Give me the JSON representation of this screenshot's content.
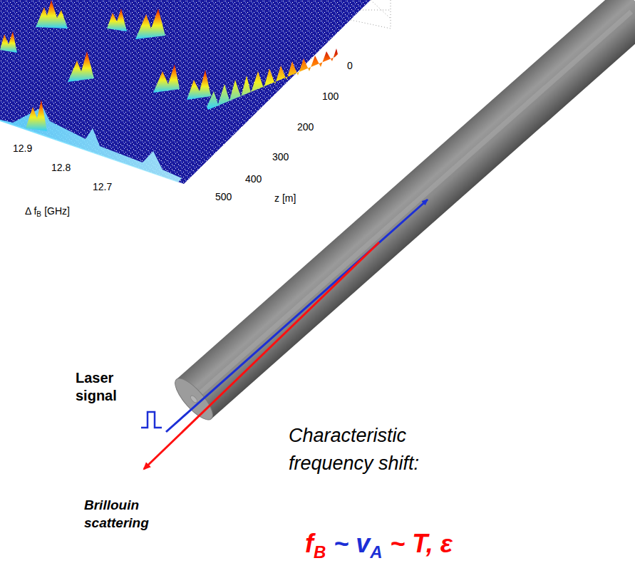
{
  "diagram": {
    "labels": [
      "12.9",
      "12.8",
      "12.7",
      "Δ f",
      "B",
      "[GHz]",
      "0",
      "100",
      "200",
      "300",
      "400",
      "500",
      "z [m]",
      "Laser signal",
      "Brillouin scattering",
      "Characteristic frequency shift:",
      "f",
      "B",
      "~ v",
      "A",
      "~ T, ε"
    ]
  }
}
